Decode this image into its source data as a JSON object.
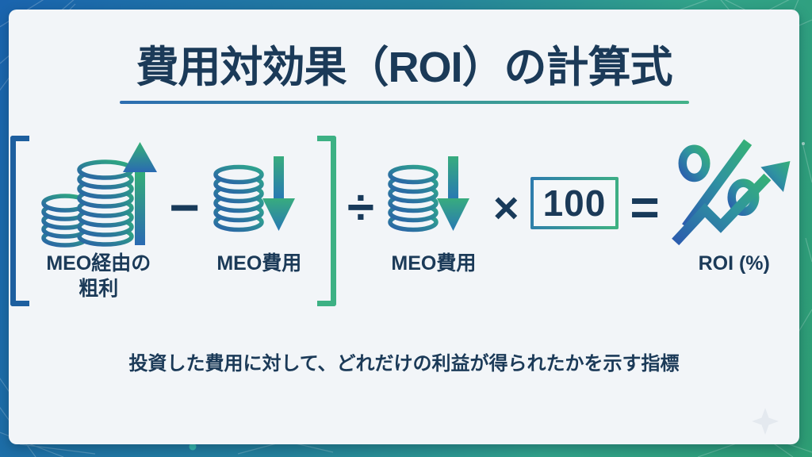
{
  "title": "費用対効果（ROI）の計算式",
  "formula": {
    "gross_label_line1": "MEO経由の",
    "gross_label_line2": "粗利",
    "cost1_label": "MEO費用",
    "cost2_label": "MEO費用",
    "constant": "100",
    "roi_label": "ROI (%)",
    "op_minus": "−",
    "op_divide": "÷",
    "op_multiply": "×",
    "op_equals": "=",
    "icons": {
      "gross": "coins-stack-up-arrow-icon",
      "cost": "coins-stack-down-arrow-icon",
      "roi": "percent-growth-arrow-icon"
    }
  },
  "caption": "投資した費用に対して、どれだけの利益が得られたかを示す指標",
  "colors": {
    "background_blue": "#1a64ae",
    "background_green": "#2e9e74",
    "card": "#f2f5f8",
    "text_navy": "#1b3a58",
    "bracket_blue": "#1d5f9f",
    "bracket_green": "#3db184",
    "icon_gradient_blue": "#2a61a8",
    "icon_gradient_green": "#2fae7e",
    "underline_gradient_left": "#2c6db1",
    "underline_gradient_right": "#43b289"
  }
}
